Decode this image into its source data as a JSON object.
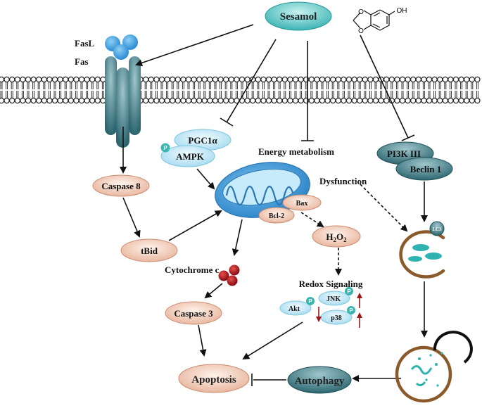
{
  "labels": {
    "sesamol": "Sesamol",
    "fasl": "FasL",
    "fas": "Fas",
    "pgc1a": "PGC1α",
    "ampk": "AMPK",
    "energy_metabolism": "Energy metabolism",
    "pi3k": "PI3K III",
    "beclin1": "Beclin 1",
    "dysfunction": "Dysfunction",
    "caspase8": "Caspase 8",
    "tbid": "tBid",
    "bax": "Bax",
    "bcl2": "Bcl-2",
    "h2o2_main": "H",
    "h2o2_sub1": "2",
    "h2o2_o": "O",
    "h2o2_sub2": "2",
    "lc3": "LC3",
    "cytochrome_c": "Cytochrome c",
    "redox_signaling": "Redox Signaling",
    "jnk": "JNK",
    "akt": "Akt",
    "p38": "p38",
    "caspase3": "Caspase 3",
    "apoptosis": "Apoptosis",
    "autophagy": "Autophagy",
    "phospho": "P",
    "oh": "OH"
  },
  "colors": {
    "sesamol_fill": "#5ec4c4",
    "receptor": "#2c6e7a",
    "fasl": "#3aa0e0",
    "membrane": "#333333",
    "pale_blue": "#cdeef8",
    "pale_blue_stroke": "#7fc7de",
    "teal_dark": "#2f6f7a",
    "salmon": "#f2c9b6",
    "salmon_stroke": "#c98e74",
    "mito_outer": "#4aa3e0",
    "mito_inner": "#a9dcf5",
    "cytc": "#b3161c",
    "autophagosome": "#8a5a2b",
    "phospho": "#3ab5b0",
    "up_down_arrow": "#a01616"
  }
}
